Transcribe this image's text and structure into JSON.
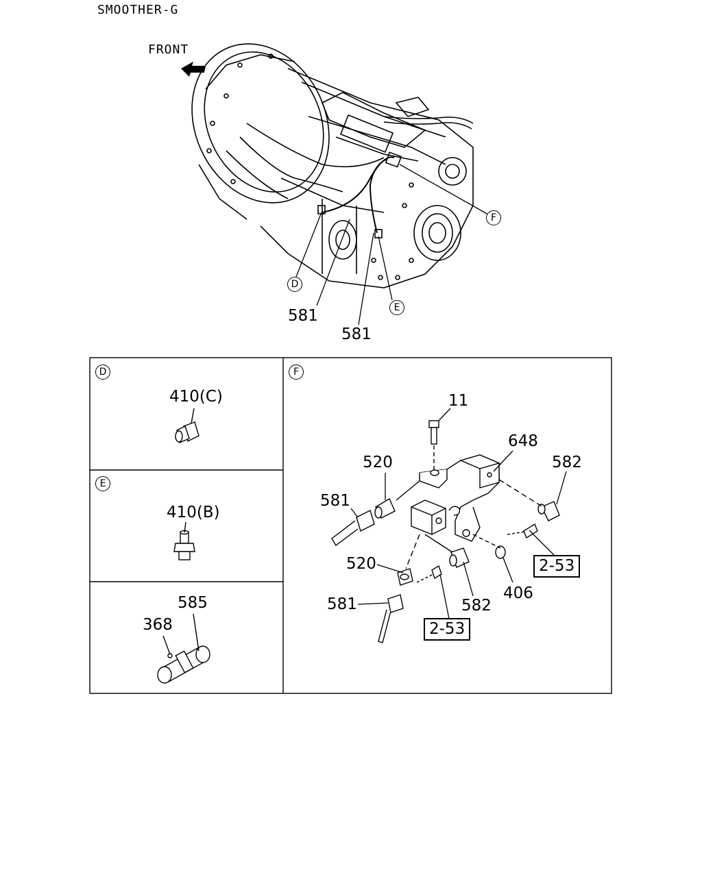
{
  "header": {
    "model": "SMOOTHER-G"
  },
  "main_view": {
    "direction_label": "FRONT",
    "callouts": {
      "D": "D",
      "E": "E",
      "F": "F"
    },
    "part_labels": {
      "hose_left": "581",
      "hose_right": "581"
    }
  },
  "panel_d": {
    "key": "D",
    "parts": {
      "fitting": "410(C)"
    }
  },
  "panel_e": {
    "key": "E",
    "parts": {
      "fitting": "410(B)"
    }
  },
  "panel_clamp": {
    "parts": {
      "clamp": "585",
      "bolt": "368"
    }
  },
  "panel_f": {
    "key": "F",
    "parts": {
      "bolt": "11",
      "bracket": "648",
      "connector_top": "520",
      "hose_top": "581",
      "elbow_right": "582",
      "ref_right": "2-53",
      "connector_bottom": "520",
      "hose_bottom": "581",
      "elbow_bottom": "582",
      "nut": "406",
      "ref_bottom": "2-53"
    }
  }
}
